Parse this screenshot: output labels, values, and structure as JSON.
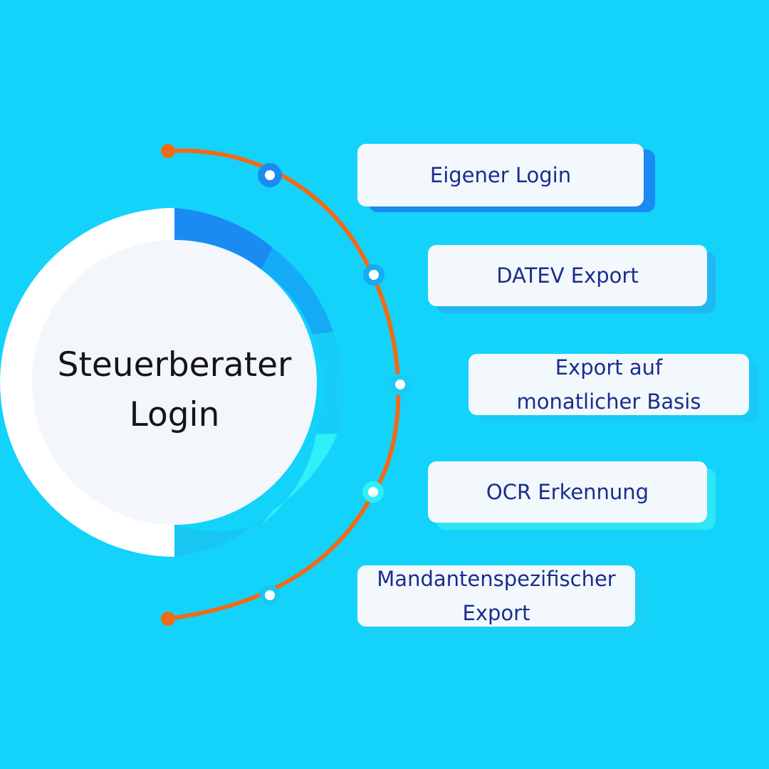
{
  "center": {
    "title_line1": "Steuerberater",
    "title_line2": "Login"
  },
  "features": [
    {
      "lines": [
        "Eigener Login"
      ]
    },
    {
      "lines": [
        "DATEV Export"
      ]
    },
    {
      "lines": [
        "Export auf",
        "monatlicher Basis"
      ]
    },
    {
      "lines": [
        "OCR Erkennung"
      ]
    },
    {
      "lines": [
        "Mandantenspezifischer",
        "Export"
      ]
    }
  ],
  "colors": {
    "background": "#13d3fb",
    "arc": "#f06a17",
    "card_text": "#1a2d8e",
    "ring_segments": [
      "#1a8bf2",
      "#16abf5",
      "#17cdf7",
      "#2ff0f8",
      "#19c6f2"
    ]
  }
}
